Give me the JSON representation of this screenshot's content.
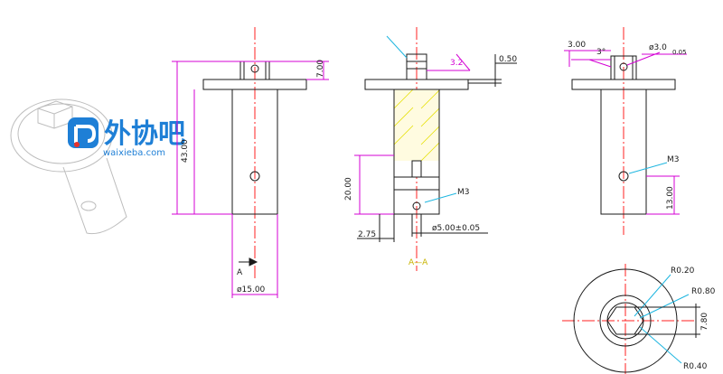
{
  "colors": {
    "outline": "#1a1a1a",
    "dimension": "#d400d4",
    "centerline": "#ff2020",
    "leader": "#1fb6e0",
    "hatch": "#e6e000",
    "logo": "#1e7fd6"
  },
  "logo": {
    "name_cn": "外协吧",
    "url": "waixieba.com",
    "icon": "waixieba-logo-icon"
  },
  "front_view": {
    "dim_top_height": "7.00",
    "dim_total_height": "43.00",
    "dim_shaft_diameter": "ø15.00",
    "section_marker": "A"
  },
  "section_view": {
    "dim_collar": "3.2",
    "dim_flange": "0.50",
    "dim_slot_height": "20.00",
    "dim_slot_offset": "2.75",
    "thread_label": "M3",
    "dim_bore": "ø5.00±0.05",
    "section_title": "A—A"
  },
  "side_view": {
    "dim_width": "3.00",
    "dim_angle": "3°",
    "dim_small_diameter": "ø3.0",
    "dim_tolerance": "0.05",
    "thread_label": "M3",
    "dim_hole_height": "13.00"
  },
  "bottom_view": {
    "radius_inner": "R0.20",
    "radius_mid": "R0.80",
    "radius_outer": "R0.40",
    "dim_hex": "7.80"
  }
}
